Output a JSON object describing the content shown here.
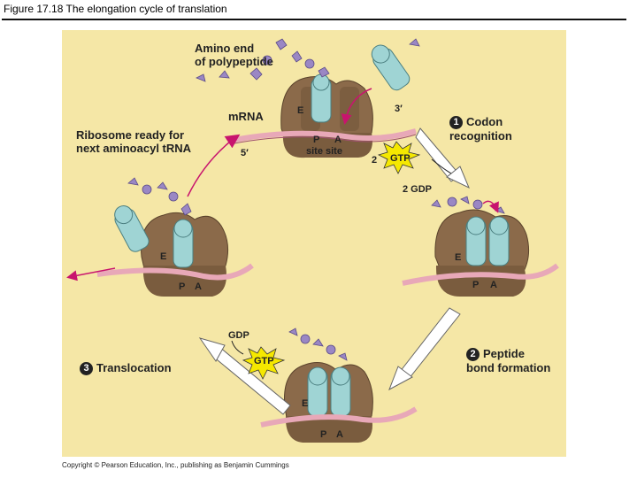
{
  "figure_title": "Figure 17.18  The elongation cycle of translation",
  "copyright": "Copyright © Pearson Education, Inc., publishing as Benjamin Cummings",
  "labels": {
    "amino_end_1": "Amino end",
    "amino_end_2": "of polypeptide",
    "mrna": "mRNA",
    "three_prime": "3′",
    "five_prime": "5′",
    "ribosome_ready_1": "Ribosome ready for",
    "ribosome_ready_2": "next aminoacyl tRNA",
    "p_site_label": "P",
    "a_site_label": "A",
    "site_word": "site site",
    "gtp": "GTP",
    "gdp_two": "2 GDP",
    "two": "2",
    "gdp": "GDP",
    "E": "E",
    "P": "P",
    "A": "A"
  },
  "steps": {
    "s1_num": "1",
    "s1_line1": "Codon",
    "s1_line2": "recognition",
    "s2_num": "2",
    "s2_line1": "Peptide",
    "s2_line2": "bond formation",
    "s3_num": "3",
    "s3_line1": "Translocation"
  },
  "colors": {
    "panel": "#f5e7a6",
    "ribosome": "#8b6a4a",
    "ribosome_dark": "#6e5236",
    "trna": "#9fd4d4",
    "mrna": "#e8a8b8",
    "arrow": "#c8146e",
    "amino": "#9a87c4",
    "gtp": "#f5e800"
  }
}
